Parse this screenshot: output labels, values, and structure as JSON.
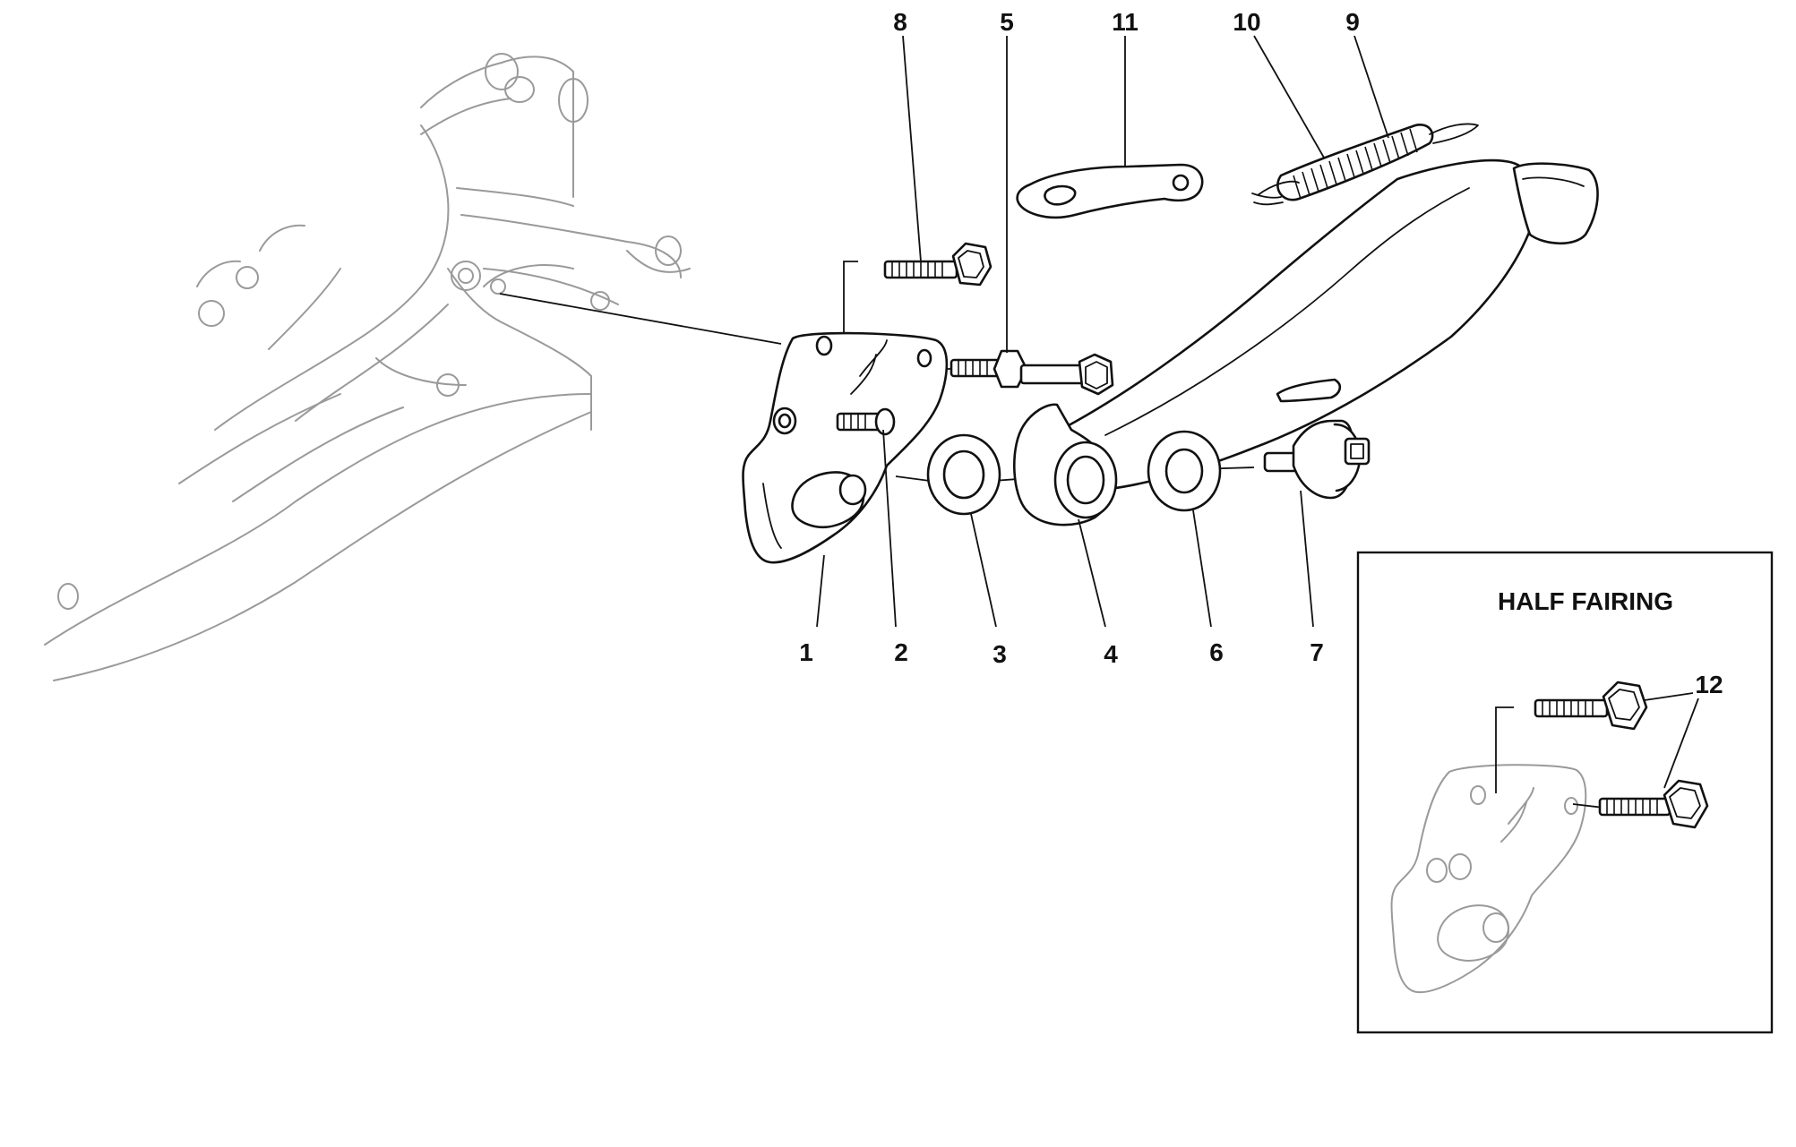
{
  "diagram": {
    "inset_title": "HALF FAIRING",
    "callouts": [
      "1",
      "2",
      "3",
      "4",
      "5",
      "6",
      "7",
      "8",
      "9",
      "10",
      "11",
      "12"
    ]
  }
}
